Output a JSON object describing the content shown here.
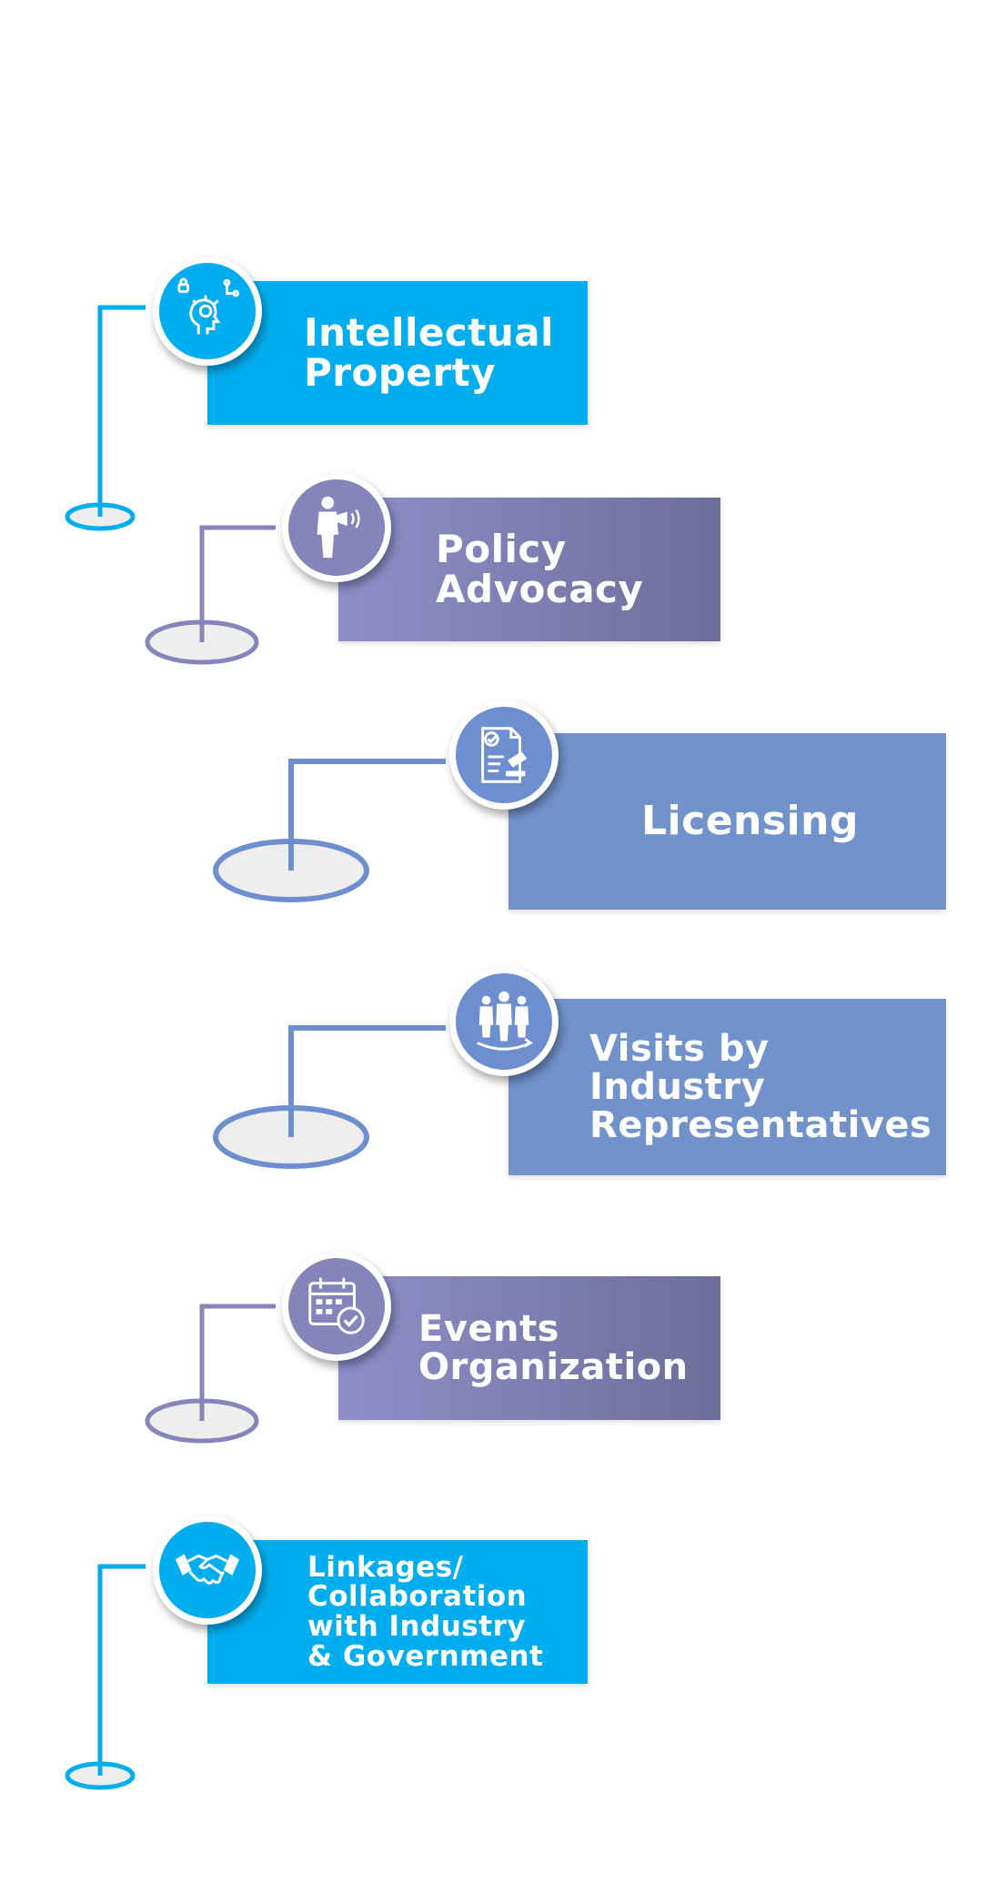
{
  "colors": {
    "cyan": "#00aeef",
    "purple_light": "#8e8fc9",
    "purple_dark": "#6e6d9a",
    "blue": "#7192cb",
    "blue_line": "#6d8fcf",
    "ellipse_fill": "#eeeeee"
  },
  "items": [
    {
      "label": "Intellectual\nProperty",
      "icon": "idea-head-icon",
      "style": "cyan"
    },
    {
      "label": "Policy\nAdvocacy",
      "icon": "speaker-megaphone-icon",
      "style": "purple"
    },
    {
      "label": "Licensing",
      "icon": "license-document-stamp-icon",
      "style": "blue"
    },
    {
      "label": "Visits by\nIndustry\nRepresentatives",
      "icon": "delegation-people-icon",
      "style": "blue"
    },
    {
      "label": "Events\nOrganization",
      "icon": "calendar-check-icon",
      "style": "purple"
    },
    {
      "label": "Linkages/\nCollaboration\nwith Industry\n& Government",
      "icon": "handshake-icon",
      "style": "cyan"
    }
  ]
}
